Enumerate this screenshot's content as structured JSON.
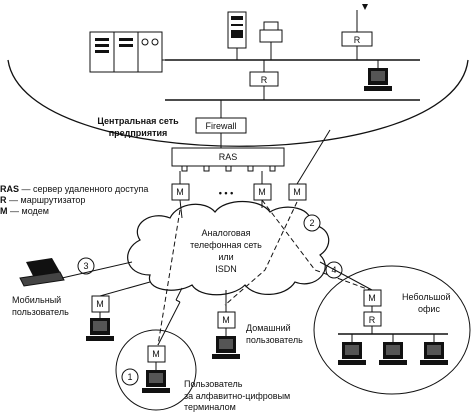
{
  "nodes": {
    "router": "R",
    "modem": "M",
    "firewall": "Firewall",
    "ras": "RAS",
    "ellipsis": "• • •"
  },
  "labels": {
    "central_network": [
      "Центральная сеть",
      "предприятия"
    ],
    "cloud": [
      "Аналоговая",
      "телефонная сеть",
      "или",
      "ISDN"
    ],
    "mobile_user": [
      "Мобильный",
      "пользователь"
    ],
    "home_user": [
      "Домашний",
      "пользователь"
    ],
    "small_office": [
      "Небольшой",
      "офис"
    ],
    "terminal_user": [
      "Пользователь",
      "за алфавитно-цифровым",
      "терминалом"
    ]
  },
  "numbers": [
    "1",
    "2",
    "3",
    "4"
  ],
  "legend": [
    {
      "term": "RAS",
      "desc": " — сервер удаленного доступа"
    },
    {
      "term": "R",
      "desc": " — маршрутизатор"
    },
    {
      "term": "M",
      "desc": " — модем"
    }
  ]
}
